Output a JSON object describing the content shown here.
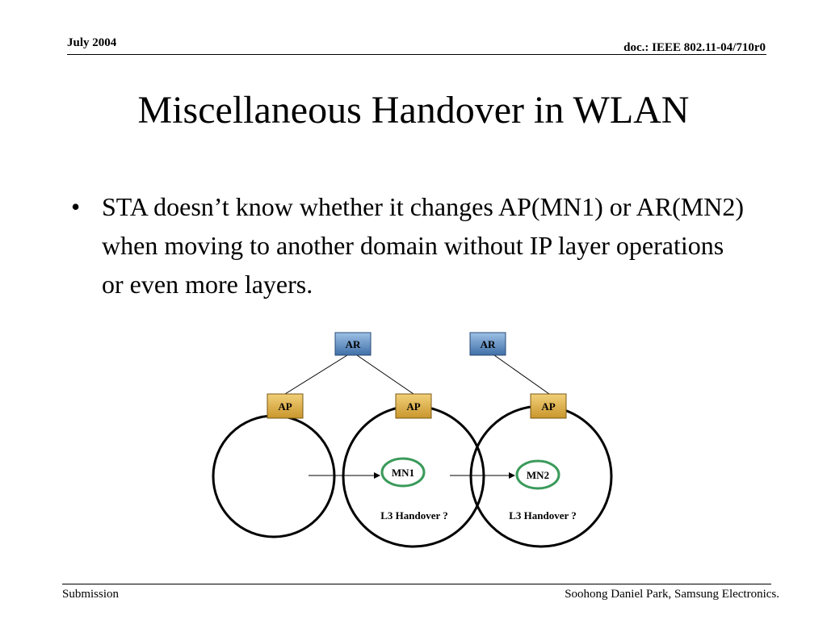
{
  "header": {
    "date": "July 2004",
    "doc": "doc.: IEEE 802.11-04/710r0"
  },
  "title": "Miscellaneous Handover in WLAN",
  "bullets": [
    "STA doesn’t know whether it changes AP(MN1) or AR(MN2) when moving to another domain without IP layer operations or even more layers."
  ],
  "diagram": {
    "routers": [
      "AR",
      "AR"
    ],
    "access_points": [
      "AP",
      "AP",
      "AP"
    ],
    "mobile_nodes": [
      "MN1",
      "MN2"
    ],
    "handover_labels": [
      "L3 Handover ?",
      "L3 Handover ?"
    ]
  },
  "colors": {
    "router_fill_top": "#9ec1e6",
    "router_fill_bottom": "#3f6fa8",
    "ap_fill_top": "#f2d07a",
    "ap_fill_bottom": "#c9962c",
    "mn_ring": "#3a9a5a"
  },
  "footer": {
    "left": "Submission",
    "right": "Soohong Daniel Park, Samsung Electronics."
  }
}
